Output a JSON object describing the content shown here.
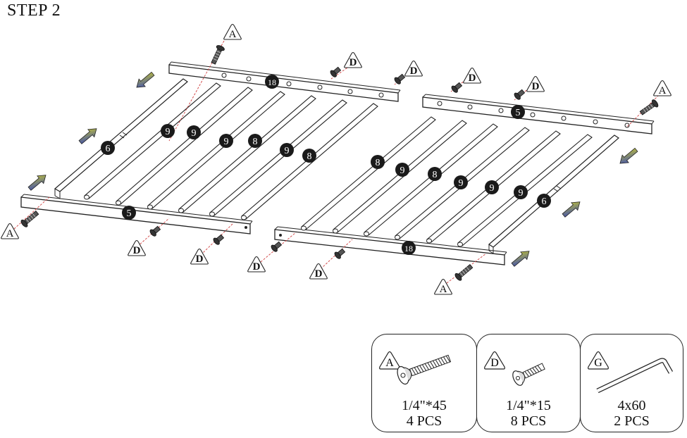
{
  "step_title": "STEP 2",
  "colors": {
    "line": "#222222",
    "callout_fill": "#1a1a1a",
    "callout_text": "#ffffff",
    "guide_line": "#d04040",
    "arrow_blue": "#3344bb",
    "arrow_yellow": "#c8c830"
  },
  "diagram": {
    "part_labels": [
      "A",
      "D",
      "D",
      "D",
      "D",
      "A",
      "A",
      "D",
      "D",
      "D",
      "D",
      "A"
    ],
    "callouts": [
      "18",
      "9",
      "9",
      "9",
      "8",
      "9",
      "8",
      "6",
      "5",
      "5",
      "8",
      "9",
      "8",
      "9",
      "9",
      "9",
      "6",
      "18"
    ],
    "icons": [
      "bolt-icon",
      "arrow-icon",
      "rail-icon",
      "rod-icon"
    ]
  },
  "legend": [
    {
      "letter": "A",
      "size": "1/4\"*45",
      "qty": "4 PCS",
      "part_icon": "long-bolt-icon"
    },
    {
      "letter": "D",
      "size": "1/4\"*15",
      "qty": "8 PCS",
      "part_icon": "short-bolt-icon"
    },
    {
      "letter": "G",
      "size": "4x60",
      "qty": "2 PCS",
      "part_icon": "allen-key-icon"
    }
  ]
}
